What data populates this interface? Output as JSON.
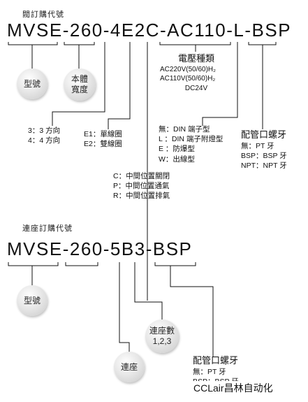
{
  "section1": {
    "title": "閥訂購代號",
    "code_parts": [
      "MVSE",
      "-",
      "260",
      "-",
      "4",
      "E",
      "2",
      "C",
      "-",
      "AC110",
      "-",
      "L",
      "-",
      "BSP"
    ],
    "circles": {
      "model": "型號",
      "body_width": [
        "本體",
        "寬度"
      ]
    },
    "voltage": {
      "heading": "電壓種類",
      "lines": [
        "AC220V(50/60)H₂",
        "AC110V(50/60)H₂",
        "DC24V"
      ]
    },
    "directions": [
      "3：3 方向",
      "4：4 方向"
    ],
    "coils": [
      "E1：單線圈",
      "E2：雙線圈"
    ],
    "connectors": [
      "無：DIN 端子型",
      "L ：DIN 端子附燈型",
      "E ：防爆型",
      "W：出線型"
    ],
    "thread": {
      "heading": "配管口螺牙",
      "lines": [
        "無：PT 牙",
        "BSP：BSP 牙",
        "NPT：NPT 牙"
      ]
    },
    "center_positions": [
      "C：中間位置關閉",
      "P：中間位置通氣",
      "R：中間位置排氣"
    ]
  },
  "section2": {
    "title": "連座訂購代號",
    "code_parts": [
      "MVSE",
      "-",
      "260",
      "-",
      "5",
      "B",
      "3",
      "-",
      "BSP"
    ],
    "circles": {
      "model": "型號",
      "stations": [
        "連座數",
        "1,2,3"
      ],
      "manifold": "連座"
    },
    "thread": {
      "heading": "配管口螺牙",
      "lines": [
        "無：PT 牙",
        "BSP：BSP 牙"
      ]
    }
  },
  "watermark": "CCLair昌林自动化"
}
